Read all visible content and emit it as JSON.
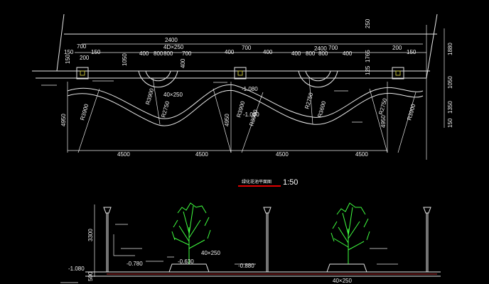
{
  "plan": {
    "dims_top": [
      "2400",
      "4D×250",
      "2400"
    ],
    "dims_cols": [
      "700",
      "150",
      "200",
      "150",
      "400",
      "800",
      "800",
      "700",
      "400",
      "700",
      "400",
      "400",
      "800",
      "800",
      "700",
      "400",
      "200",
      "150"
    ],
    "dims_right": [
      "250",
      "1880",
      "125",
      "1765",
      "1050",
      "1350",
      "150"
    ],
    "dims_left": [
      "150",
      "1050",
      "400"
    ],
    "radii": [
      "R3900",
      "R3900",
      "R2750",
      "R3900",
      "R3900",
      "R2750",
      "R3600",
      "R2750",
      "R3900"
    ],
    "mid_labels": [
      "40×250",
      "-1.080",
      "-1.080"
    ],
    "bottom_dims": [
      "4500",
      "4500",
      "4500",
      "4500"
    ],
    "left_dim": "4950",
    "mid_dim": "4950",
    "right_dim": "4950",
    "title": "绿化花池平面图",
    "scale": "1:50"
  },
  "section": {
    "height_dim": "3300",
    "levels": [
      "-1.080",
      "-0.780",
      "-0.630",
      "-0.880"
    ],
    "labels": [
      "40×250",
      "40×250",
      "500"
    ]
  },
  "colors": {
    "line": "#e8e8e8",
    "accent_yellow": "#e8e040",
    "tree": "#40ff40",
    "title_underline": "#e00000",
    "cyan": "#20c8c8"
  }
}
